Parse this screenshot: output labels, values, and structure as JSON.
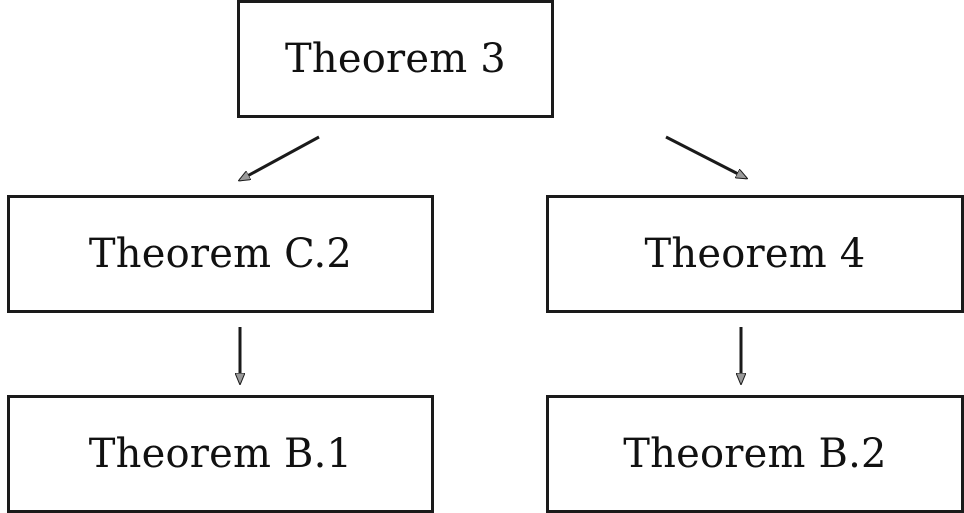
{
  "diagram": {
    "nodes": {
      "top": "Theorem 3",
      "mid_left": "Theorem C.2",
      "mid_right": "Theorem 4",
      "bottom_left": "Theorem B.1",
      "bottom_right": "Theorem B.2"
    },
    "edges": [
      {
        "from": "Theorem 3",
        "to": "Theorem C.2"
      },
      {
        "from": "Theorem 3",
        "to": "Theorem 4"
      },
      {
        "from": "Theorem C.2",
        "to": "Theorem B.1"
      },
      {
        "from": "Theorem 4",
        "to": "Theorem B.2"
      }
    ],
    "line_color": "#1a1a1a",
    "arrowhead_fill": "#9a9a9a"
  }
}
